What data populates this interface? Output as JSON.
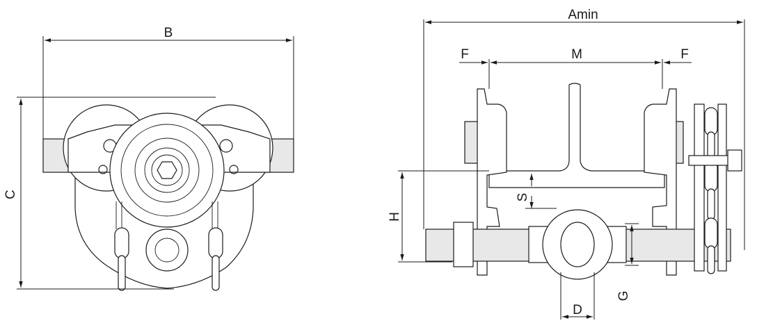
{
  "labels": {
    "B": "B",
    "C": "C",
    "Amin": "Amin",
    "F_left": "F",
    "M": "M",
    "F_right": "F",
    "S": "S",
    "H": "H",
    "D": "D",
    "G": "G"
  },
  "colors": {
    "line": "#1a1a1a",
    "part_fill": "#eeeeee",
    "background": "#ffffff"
  }
}
